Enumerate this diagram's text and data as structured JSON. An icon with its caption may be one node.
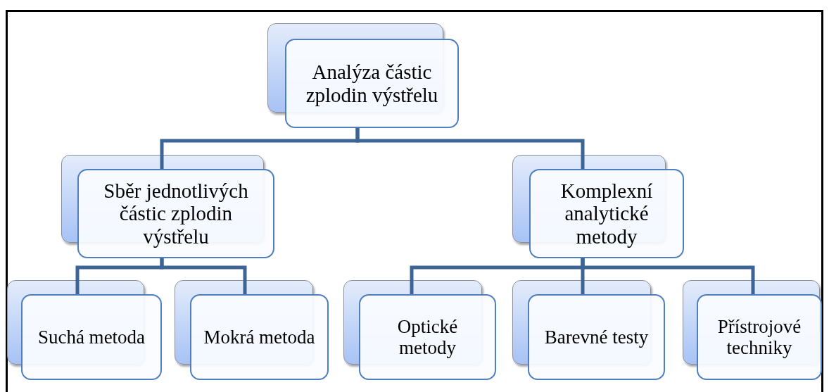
{
  "diagram": {
    "nodes": [
      {
        "text": [
          "Analýza částic zplodin výstřelu"
        ]
      },
      {
        "text": [
          "Sběr jednotlivých částic zplodin výstřelu"
        ]
      },
      {
        "text": [
          "Komplexní analytické metody"
        ]
      },
      {
        "text": [
          "Suchá metoda"
        ]
      },
      {
        "text": [
          "Mokrá metoda"
        ]
      },
      {
        "text": [
          "Optické metody"
        ]
      },
      {
        "text": [
          "Barevné testy"
        ]
      },
      {
        "text": [
          "Přístrojové techniky"
        ]
      }
    ],
    "edges": [
      {
        "from": 0,
        "to": 1,
        "arrow": "none"
      },
      {
        "from": 0,
        "to": 2,
        "arrow": "none"
      },
      {
        "from": 1,
        "to": 3,
        "arrow": "none"
      },
      {
        "from": 1,
        "to": 4,
        "arrow": "none"
      },
      {
        "from": 2,
        "to": 5,
        "arrow": "none"
      },
      {
        "from": 2,
        "to": 6,
        "arrow": "none"
      },
      {
        "from": 2,
        "to": 7,
        "arrow": "none"
      }
    ]
  }
}
